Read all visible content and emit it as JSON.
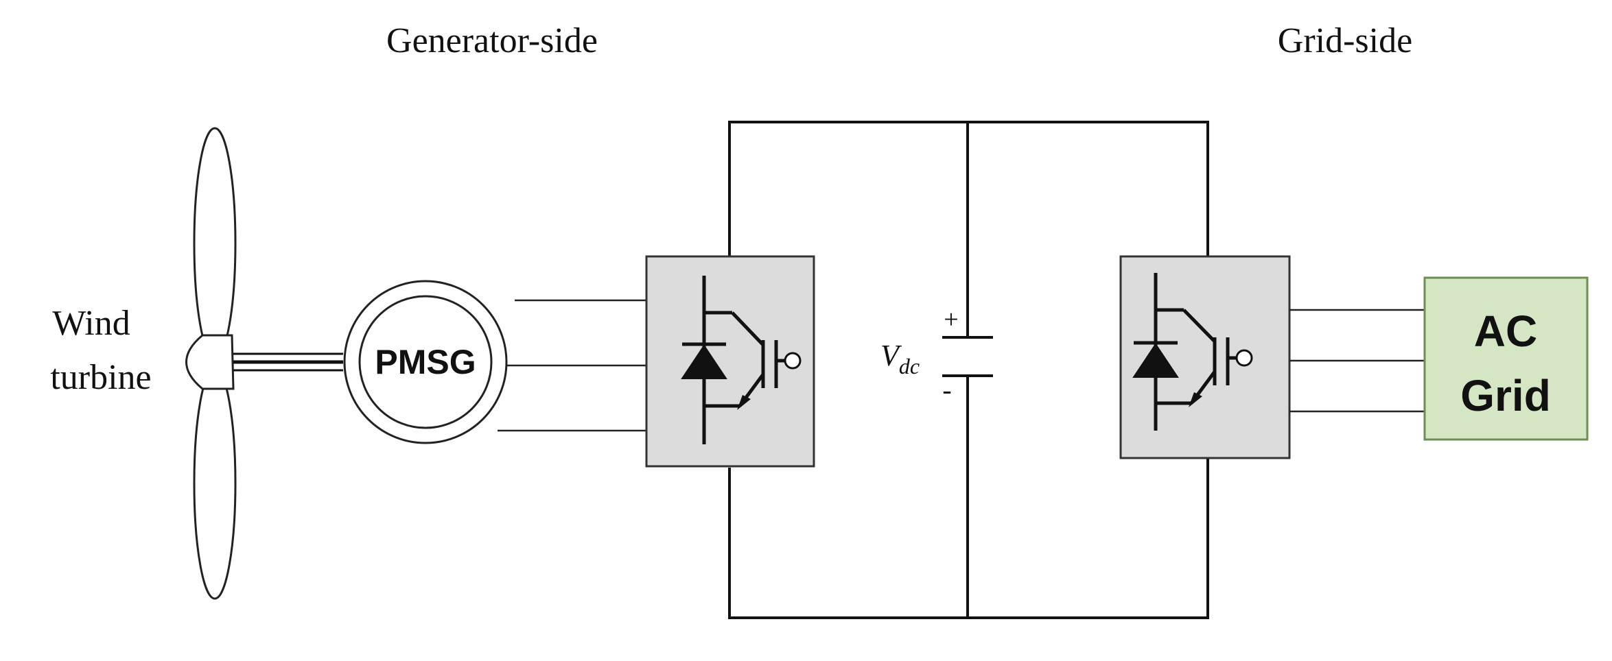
{
  "labels": {
    "generator_side": "Generator-side",
    "grid_side": "Grid-side",
    "wind_line1": "Wind",
    "wind_line2": "turbine",
    "pmsg": "PMSG",
    "ac_line1": "AC",
    "ac_line2": "Grid",
    "vdc_main": "V",
    "vdc_sub": "dc",
    "cap_plus": "+",
    "cap_minus": "-"
  },
  "colors": {
    "converter_fill": "#dcdcdc",
    "grid_fill": "#d4e6c4",
    "grid_stroke": "#6c8f52",
    "line": "#111111"
  }
}
